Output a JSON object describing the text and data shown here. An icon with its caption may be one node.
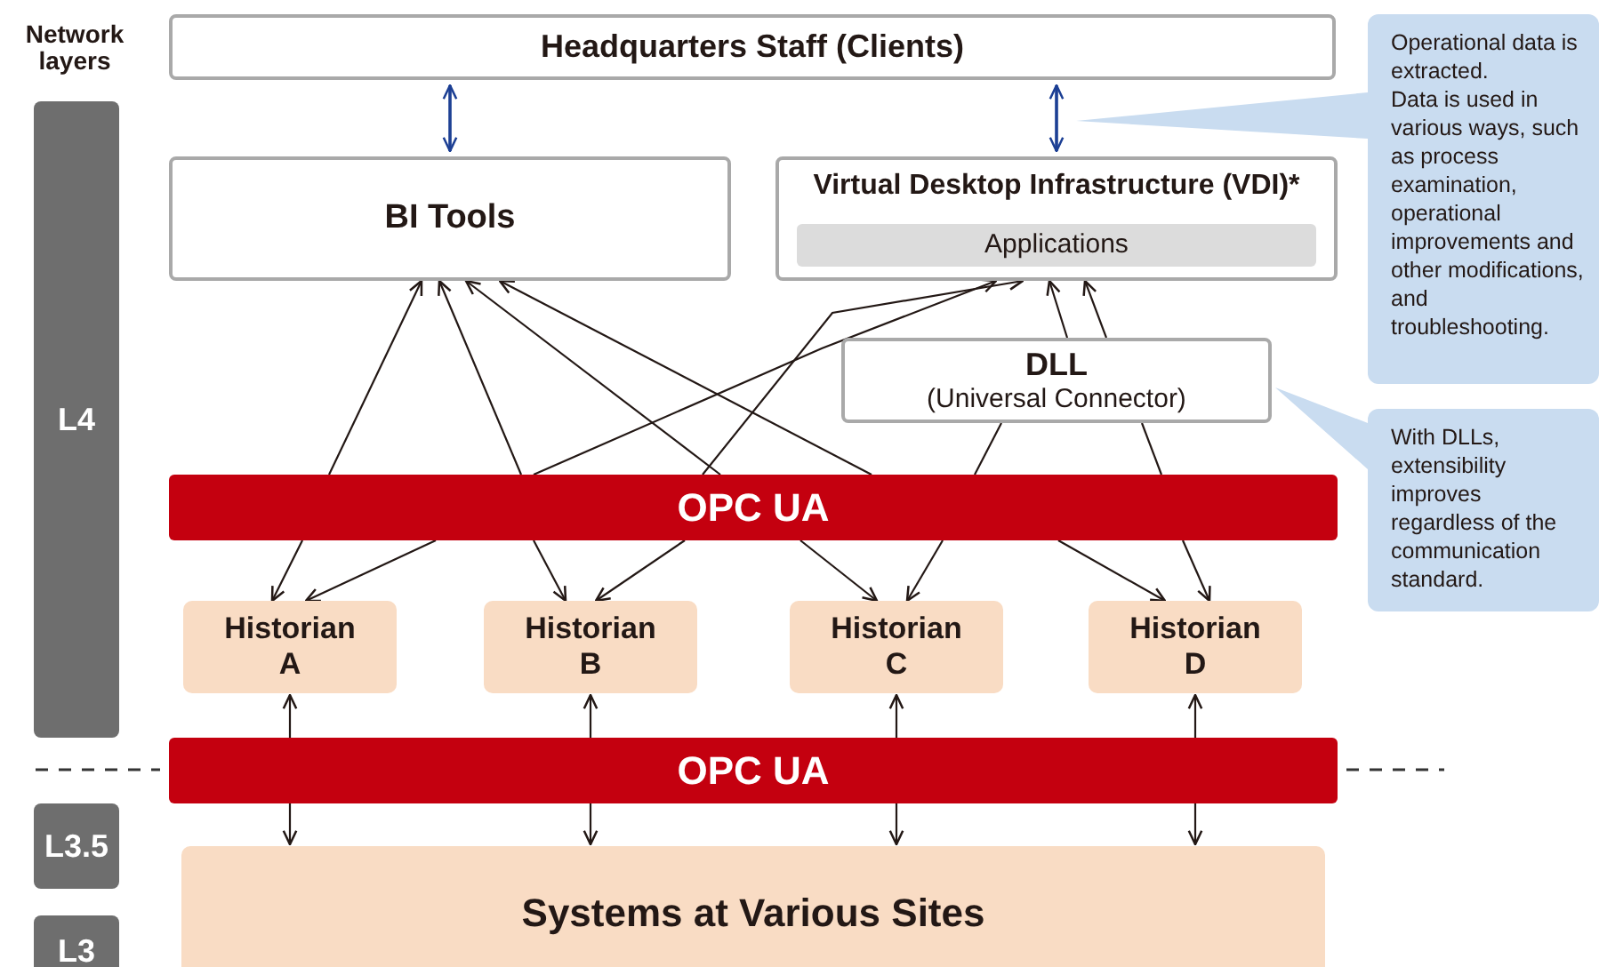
{
  "diagram": {
    "nodes": [
      {
        "text": [
          "Headquarters Staff (Clients)"
        ]
      },
      {
        "text": [
          "BI Tools"
        ]
      },
      {
        "text": [
          "Virtual Desktop Infrastructure (VDI)*"
        ]
      },
      {
        "text": [
          "Applications"
        ],
        "in": 2
      },
      {
        "text": [
          "DLL",
          "(Universal Connector)"
        ]
      },
      {
        "text": [
          "OPC UA"
        ]
      },
      {
        "text": [
          "Historian A"
        ]
      },
      {
        "text": [
          "Historian B"
        ]
      },
      {
        "text": [
          "Historian C"
        ]
      },
      {
        "text": [
          "Historian D"
        ]
      },
      {
        "text": [
          "OPC UA"
        ]
      },
      {
        "text": [
          "Systems at Various Sites"
        ]
      },
      {
        "text": [
          "Operational data is extracted.",
          "Data is used in various ways, such as process examination, operational improvements and other modifications, and troubleshooting."
        ]
      },
      {
        "text": [
          "With DLLs, extensibility improves regardless of the communication standard."
        ]
      },
      {
        "text": [
          "L4"
        ]
      },
      {
        "text": [
          "L3.5"
        ]
      },
      {
        "text": [
          "L3"
        ]
      }
    ],
    "edges": [
      {
        "from": 0,
        "to": 1,
        "arrow": "both",
        "color": "#1c3f94"
      },
      {
        "from": 0,
        "to": 2,
        "arrow": "both",
        "color": "#1c3f94"
      },
      {
        "from": 5,
        "to": 1,
        "arrow": "to"
      },
      {
        "from": 5,
        "to": 1,
        "arrow": "to"
      },
      {
        "from": 5,
        "to": 1,
        "arrow": "to"
      },
      {
        "from": 5,
        "to": 1,
        "arrow": "to"
      },
      {
        "from": 5,
        "to": 2,
        "arrow": "to"
      },
      {
        "from": 5,
        "to": 2,
        "arrow": "to"
      },
      {
        "from": 4,
        "to": 5,
        "arrow": "none"
      },
      {
        "from": 4,
        "to": 5,
        "arrow": "none"
      },
      {
        "from": 4,
        "to": 2,
        "arrow": "to"
      },
      {
        "from": 4,
        "to": 2,
        "arrow": "to"
      },
      {
        "from": 5,
        "to": 6,
        "arrow": "to"
      },
      {
        "from": 5,
        "to": 6,
        "arrow": "to"
      },
      {
        "from": 5,
        "to": 7,
        "arrow": "to"
      },
      {
        "from": 5,
        "to": 7,
        "arrow": "to"
      },
      {
        "from": 5,
        "to": 8,
        "arrow": "to"
      },
      {
        "from": 5,
        "to": 8,
        "arrow": "to"
      },
      {
        "from": 5,
        "to": 9,
        "arrow": "to"
      },
      {
        "from": 5,
        "to": 9,
        "arrow": "to"
      },
      {
        "from": 10,
        "to": 6,
        "arrow": "to"
      },
      {
        "from": 10,
        "to": 7,
        "arrow": "to"
      },
      {
        "from": 10,
        "to": 8,
        "arrow": "to"
      },
      {
        "from": 10,
        "to": 9,
        "arrow": "to"
      },
      {
        "from": 10,
        "to": 11,
        "arrow": "to"
      },
      {
        "from": 10,
        "to": 11,
        "arrow": "to"
      },
      {
        "from": 10,
        "to": 11,
        "arrow": "to"
      },
      {
        "from": 10,
        "to": 11,
        "arrow": "to"
      },
      {
        "from": 12,
        "to": null,
        "arrow": "to"
      },
      {
        "from": 13,
        "to": 4,
        "arrow": "to"
      }
    ],
    "labels": [
      "Network layers"
    ]
  }
}
